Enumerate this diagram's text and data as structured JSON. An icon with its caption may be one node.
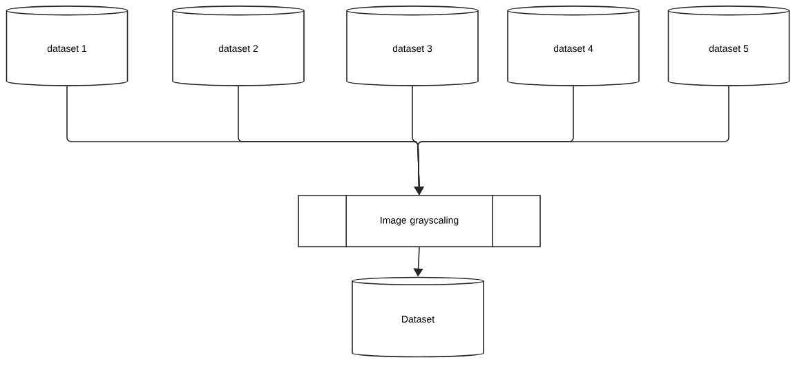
{
  "diagram": {
    "nodes": [
      {
        "text": [
          "dataset 1"
        ]
      },
      {
        "text": [
          "dataset 2"
        ]
      },
      {
        "text": [
          "dataset 3"
        ]
      },
      {
        "text": [
          "dataset 4"
        ]
      },
      {
        "text": [
          "dataset 5"
        ]
      },
      {
        "text": [
          "Image grayscaling"
        ]
      },
      {
        "text": [
          "Dataset"
        ]
      }
    ],
    "edges": [
      {
        "from": 0,
        "to": 5,
        "arrow": "to"
      },
      {
        "from": 1,
        "to": 5,
        "arrow": "to"
      },
      {
        "from": 2,
        "to": 5,
        "arrow": "to"
      },
      {
        "from": 3,
        "to": 5,
        "arrow": "to"
      },
      {
        "from": 4,
        "to": 5,
        "arrow": "to"
      },
      {
        "from": 5,
        "to": 6,
        "arrow": "to"
      }
    ]
  }
}
